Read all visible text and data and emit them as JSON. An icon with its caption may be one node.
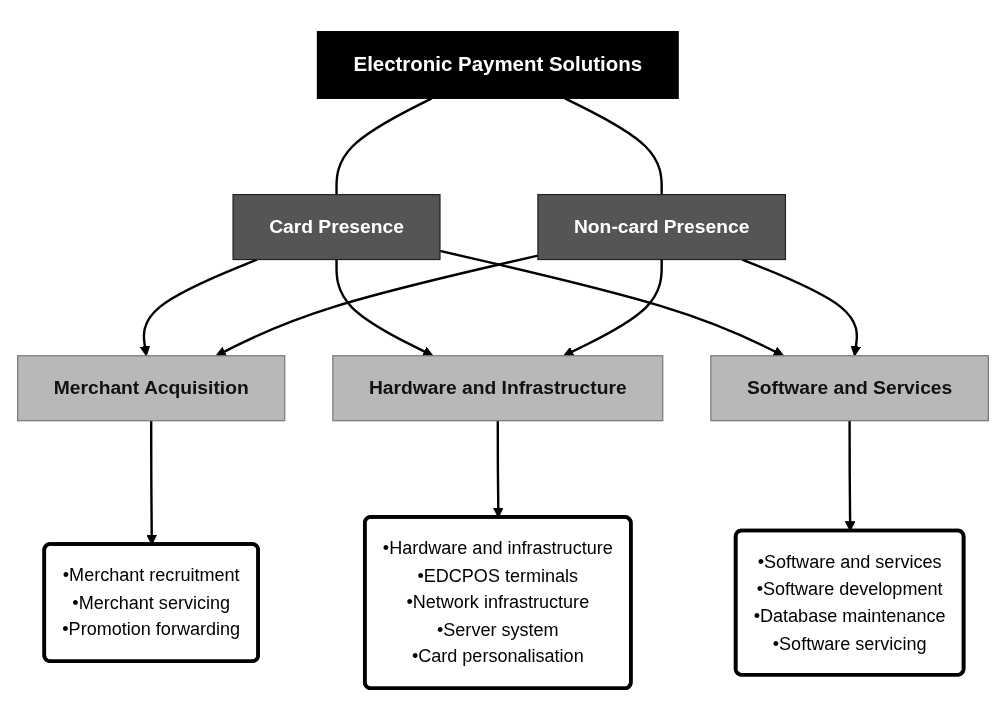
{
  "diagram": {
    "nodes": [
      {
        "text": [
          "Electronic Payment Solutions"
        ]
      },
      {
        "text": [
          "Card Presence"
        ]
      },
      {
        "text": [
          "Non-card Presence"
        ]
      },
      {
        "text": [
          "Merchant Acquisition"
        ]
      },
      {
        "text": [
          "Hardware and Infrastructure"
        ]
      },
      {
        "text": [
          "Software and Services"
        ]
      },
      {
        "text": [
          "•Merchant recruitment",
          "•Merchant servicing",
          "•Promotion forwarding"
        ]
      },
      {
        "text": [
          "•Hardware and infrastructure",
          "•EDCPOS terminals",
          "•Network infrastructure",
          "•Server system",
          "•Card personalisation"
        ]
      },
      {
        "text": [
          "•Software and services",
          "•Software development",
          "•Database maintenance",
          "•Software servicing"
        ]
      }
    ],
    "edges": [
      {
        "from": 0,
        "to": 1,
        "arrow": "none"
      },
      {
        "from": 0,
        "to": 2,
        "arrow": "none"
      },
      {
        "from": 1,
        "to": 3,
        "arrow": "to"
      },
      {
        "from": 1,
        "to": 4,
        "arrow": "to"
      },
      {
        "from": 1,
        "to": 5,
        "arrow": "to"
      },
      {
        "from": 2,
        "to": 3,
        "arrow": "to"
      },
      {
        "from": 2,
        "to": 4,
        "arrow": "to"
      },
      {
        "from": 2,
        "to": 5,
        "arrow": "to"
      },
      {
        "from": 3,
        "to": 6,
        "arrow": "to"
      },
      {
        "from": 4,
        "to": 7,
        "arrow": "to"
      },
      {
        "from": 5,
        "to": 8,
        "arrow": "to"
      }
    ]
  }
}
